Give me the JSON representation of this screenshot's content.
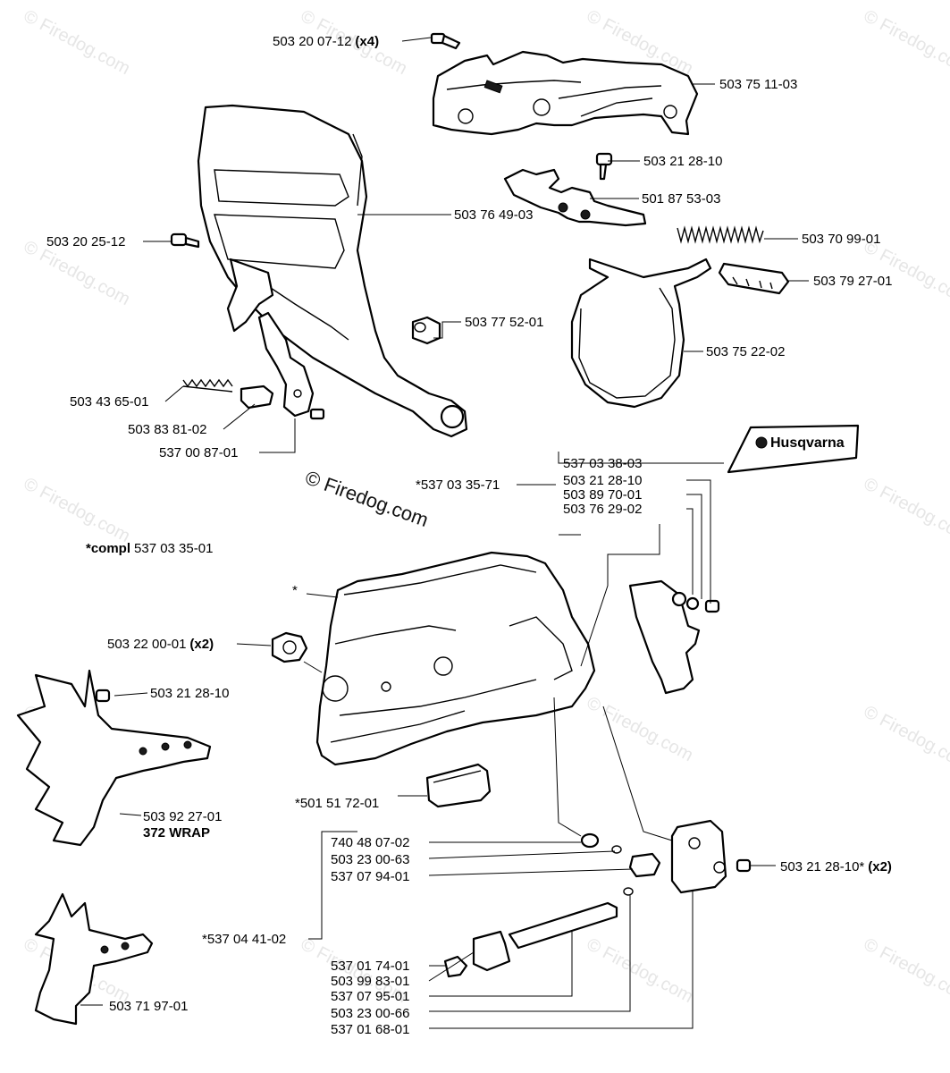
{
  "watermark": "© Firedog.com",
  "center_watermark": "© Firedog.com",
  "brand_logo_text": "Husqvarna",
  "assembly_note": {
    "prefix": "*compl",
    "number": "537 03 35-01"
  },
  "asterisk_marker": "*",
  "labels": {
    "screw_x4": {
      "code": "503 20 07-12",
      "qty": "(x4)"
    },
    "cover_plate": {
      "code": "503 75 11-03"
    },
    "screw_top": {
      "code": "503 21 28-10"
    },
    "brake_lever": {
      "code": "501 87 53-03"
    },
    "hand_guard": {
      "code": "503 76 49-03"
    },
    "screw_left": {
      "code": "503 20 25-12"
    },
    "spring": {
      "code": "503 70 99-01"
    },
    "spring_cover": {
      "code": "503 79 27-01"
    },
    "bushing": {
      "code": "503 77 52-01"
    },
    "brake_band": {
      "code": "503 75 22-02"
    },
    "small_spring": {
      "code": "503 43 65-01"
    },
    "small_block": {
      "code": "503 83 81-02"
    },
    "trigger": {
      "code": "537 00 87-01"
    },
    "decal": {
      "code": "537 03 38-03"
    },
    "clutch_cover": {
      "code": "*537 03 35-71"
    },
    "screw_mid": {
      "code": "503 21 28-10"
    },
    "washer_mid": {
      "code": "503 89 70-01"
    },
    "bumper_plate": {
      "code": "503 76 29-02"
    },
    "nut_x2": {
      "code": "503 22 00-01",
      "qty": "(x2)"
    },
    "screw_spike": {
      "code": "503 21 28-10"
    },
    "spike_372": {
      "code": "503 92 27-01",
      "note": "372 WRAP"
    },
    "pad": {
      "code": "*501 51 72-01"
    },
    "tensioner_kit": {
      "code": "*537 04 41-02"
    },
    "washer_740": {
      "code": "740 48 07-02"
    },
    "oring_a": {
      "code": "503 23 00-63"
    },
    "gear": {
      "code": "537 07 94-01"
    },
    "screw_x2": {
      "code": "503 21 28-10*",
      "qty": "(x2)"
    },
    "nut_small": {
      "code": "537 01 74-01"
    },
    "nut_slider": {
      "code": "503 99 83-01"
    },
    "adjuster_screw": {
      "code": "537 07 95-01"
    },
    "oring_b": {
      "code": "503 23 00-66"
    },
    "plate": {
      "code": "537 01 68-01"
    },
    "spike_bottom": {
      "code": "503 71 97-01"
    }
  }
}
